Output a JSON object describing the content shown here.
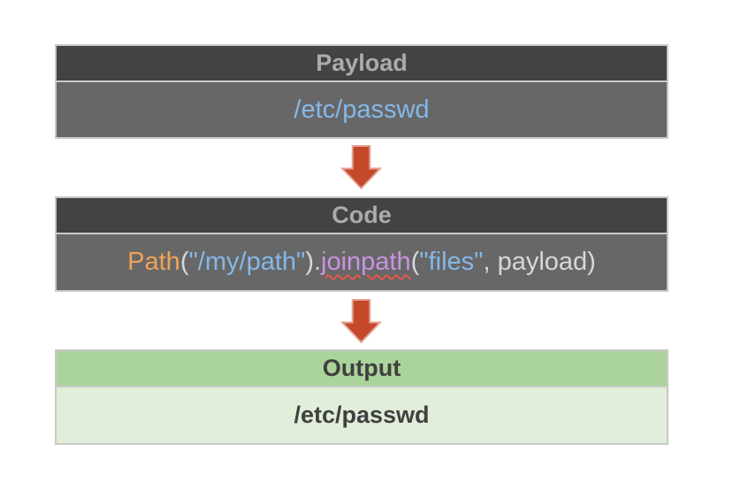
{
  "colors": {
    "page_background": "#ffffff",
    "box_border": "#c9c9c9",
    "dark_header_bg": "#434343",
    "dark_header_text": "#ababab",
    "dark_body_bg": "#676767",
    "payload_text": "#84b8ea",
    "green_header_bg": "#abd49a",
    "green_body_bg": "#e1eeda",
    "green_text": "#3f4040",
    "code_plain": "#d5d8db",
    "code_function": "#f0a355",
    "code_string": "#85b8e9",
    "code_method": "#c893e0",
    "squiggle_underline": "#e4584a",
    "arrow_fill": "#c4492b",
    "arrow_outline": "#e5a597"
  },
  "boxes": [
    {
      "id": "payload",
      "title": "Payload",
      "content": "/etc/passwd"
    },
    {
      "id": "code",
      "title": "Code",
      "code_full": "Path(\"/my/path\").joinpath(\"files\", payload)",
      "tokens": [
        {
          "text": "Path",
          "color": "#f0a355",
          "name": "code-token-path-function"
        },
        {
          "text": "(",
          "color": "#d5d8db",
          "name": "code-token-paren"
        },
        {
          "text": "\"/my/path\"",
          "color": "#85b8e9",
          "name": "code-token-string"
        },
        {
          "text": ").",
          "color": "#d5d8db",
          "name": "code-token-punct"
        },
        {
          "text": "joinpath",
          "color": "#c893e0",
          "underline": true,
          "name": "code-token-joinpath-method"
        },
        {
          "text": "(",
          "color": "#d5d8db",
          "name": "code-token-paren"
        },
        {
          "text": "\"files\"",
          "color": "#85b8e9",
          "name": "code-token-string"
        },
        {
          "text": ", payload",
          "color": "#d5d8db",
          "name": "code-token-argument"
        },
        {
          "text": ")",
          "color": "#d5d8db",
          "name": "code-token-paren"
        }
      ]
    },
    {
      "id": "output",
      "title": "Output",
      "content": "/etc/passwd"
    }
  ],
  "arrows": [
    {
      "direction": "down"
    },
    {
      "direction": "down"
    }
  ]
}
